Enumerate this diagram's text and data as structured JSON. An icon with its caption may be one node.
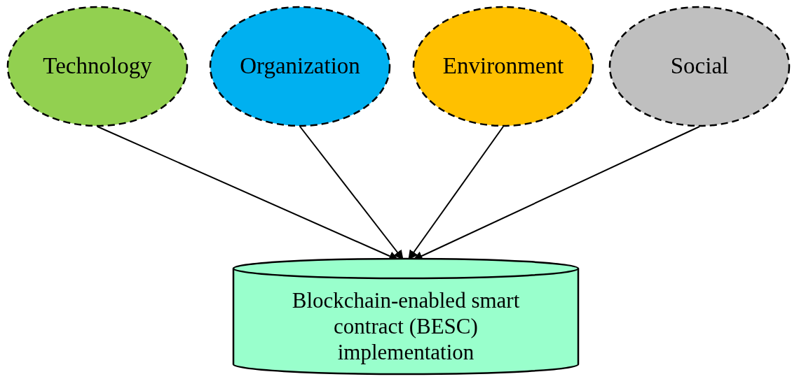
{
  "diagram": {
    "nodes": [
      {
        "text": [
          "Technology"
        ]
      },
      {
        "text": [
          "Organization"
        ]
      },
      {
        "text": [
          "Environment"
        ]
      },
      {
        "text": [
          "Social"
        ]
      },
      {
        "text": [
          "Blockchain-enabled smart contract (BESC) implementation"
        ]
      }
    ],
    "edges": [
      {
        "from": 0,
        "to": 4,
        "arrow": "to"
      },
      {
        "from": 1,
        "to": 4,
        "arrow": "to"
      },
      {
        "from": 2,
        "to": 4,
        "arrow": "to"
      },
      {
        "from": 3,
        "to": 4,
        "arrow": "to"
      }
    ]
  }
}
